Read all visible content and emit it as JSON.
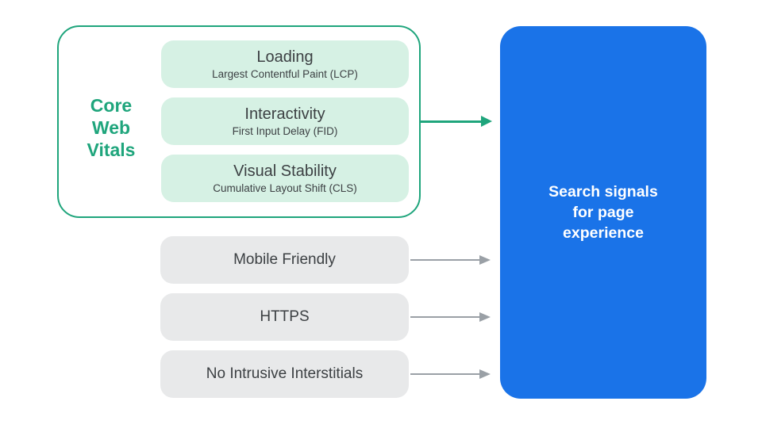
{
  "colors": {
    "teal": "#1fa57c",
    "mint": "#d6f1e4",
    "gray_pill": "#e8e9ea",
    "blue": "#1a73e8",
    "text_dark": "#3c4043",
    "arrow_gray": "#9aa0a6",
    "white": "#ffffff"
  },
  "core_web_vitals": {
    "label_lines": [
      "Core",
      "Web",
      "Vitals"
    ],
    "items": [
      {
        "title": "Loading",
        "subtitle": "Largest Contentful Paint (LCP)"
      },
      {
        "title": "Interactivity",
        "subtitle": "First Input Delay (FID)"
      },
      {
        "title": "Visual Stability",
        "subtitle": "Cumulative Layout Shift (CLS)"
      }
    ]
  },
  "other_signals": [
    {
      "label": "Mobile Friendly"
    },
    {
      "label": "HTTPS"
    },
    {
      "label": "No Intrusive Interstitials"
    }
  ],
  "result": {
    "label_lines": [
      "Search signals",
      "for page",
      "experience"
    ]
  }
}
